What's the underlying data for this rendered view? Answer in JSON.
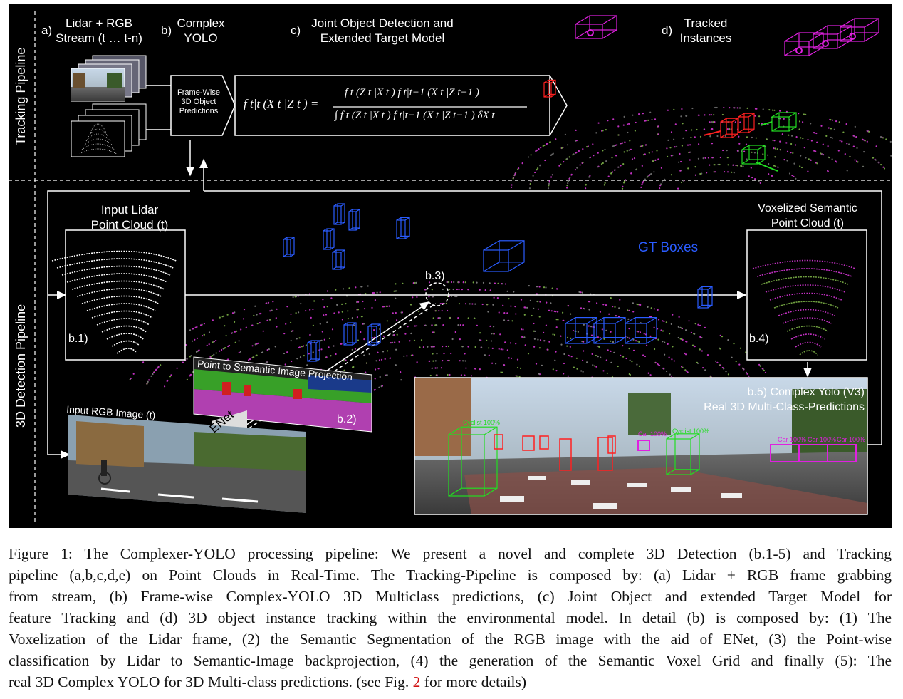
{
  "figure": {
    "pipelines": {
      "tracking": "Tracking Pipeline",
      "detection": "3D Detection Pipeline"
    },
    "steps": {
      "a_letter": "a)",
      "a_line1": "Lidar + RGB",
      "a_line2": "Stream (t … t-n)",
      "b_letter": "b)",
      "b_line1": "Complex",
      "b_line2": "YOLO",
      "c_letter": "c)",
      "c_line1": "Joint Object Detection and",
      "c_line2": "Extended Target Model",
      "d_letter": "d)",
      "d_line1": "Tracked",
      "d_line2": "Instances"
    },
    "framewise": {
      "line1": "Frame-Wise",
      "line2": "3D Object",
      "line3": "Predictions"
    },
    "formula": {
      "lhs": "f t|t (X t |Z t ) =",
      "numerator": "f t (Z t |X t ) f t|t−1 (X t |Z t−1 )",
      "denominator": "∫ f t (Z t |X t ) f t|t−1 (X t |Z t−1 ) δX t"
    },
    "input_lidar": {
      "line1": "Input Lidar",
      "line2": "Point Cloud (t)",
      "tag": "b.1)"
    },
    "voxelized": {
      "line1": "Voxelized Semantic",
      "line2": "Point Cloud (t)",
      "tag": "b.4)"
    },
    "gt_boxes": "GT Boxes",
    "b3": "b.3)",
    "projection": {
      "title": "Point to Semantic Image Projection",
      "tag": "b.2)"
    },
    "enet": "ENet",
    "input_rgb": "Input RGB Image (t)",
    "complex_yolo": {
      "line1": "b.5) Complex Yolo (V3)",
      "line2": "Real 3D Multi-Class-Predictions"
    },
    "detection_labels": {
      "cyclist_left": "Cyclist 100%",
      "cyclist_right": "Cyclist 100%",
      "car_mid": "Car 100%",
      "car_right": [
        "Car 100%",
        "Car 100%",
        "Car 100%"
      ]
    }
  },
  "caption": {
    "lines": [
      "Figure 1: The Complexer-YOLO processing pipeline: We present a novel and complete 3D Detection (b.1-5) and Tracking",
      "pipeline (a,b,c,d,e) on Point Clouds in Real-Time. The Tracking-Pipeline is composed by: (a) Lidar + RGB frame grabbing",
      "from stream, (b) Frame-wise Complex-YOLO 3D Multiclass predictions, (c) Joint Object and extended Target Model for",
      "feature Tracking and (d) 3D object instance tracking within the environmental model. In detail (b) is composed by: (1) The",
      "Voxelization of the Lidar frame, (2) the Semantic Segmentation of the RGB image with the aid of ENet, (3) the Point-wise",
      "classification by Lidar to Semantic-Image backprojection, (4) the generation of the Semantic Voxel Grid and finally (5): The"
    ],
    "last_before": "real 3D Complex YOLO for 3D Multi-class predictions. (see Fig. ",
    "fig_ref": "2",
    "last_after": " for more details)"
  },
  "colors": {
    "background": "#000000",
    "lines": "#ffffff",
    "gt_box": "#2a5cff",
    "pedestrian": "#ff2020",
    "cyclist": "#22dd22",
    "car": "#e020e0",
    "point_magenta": "#c030c0",
    "point_green": "#70a040",
    "caption_ref": "#d01010"
  }
}
